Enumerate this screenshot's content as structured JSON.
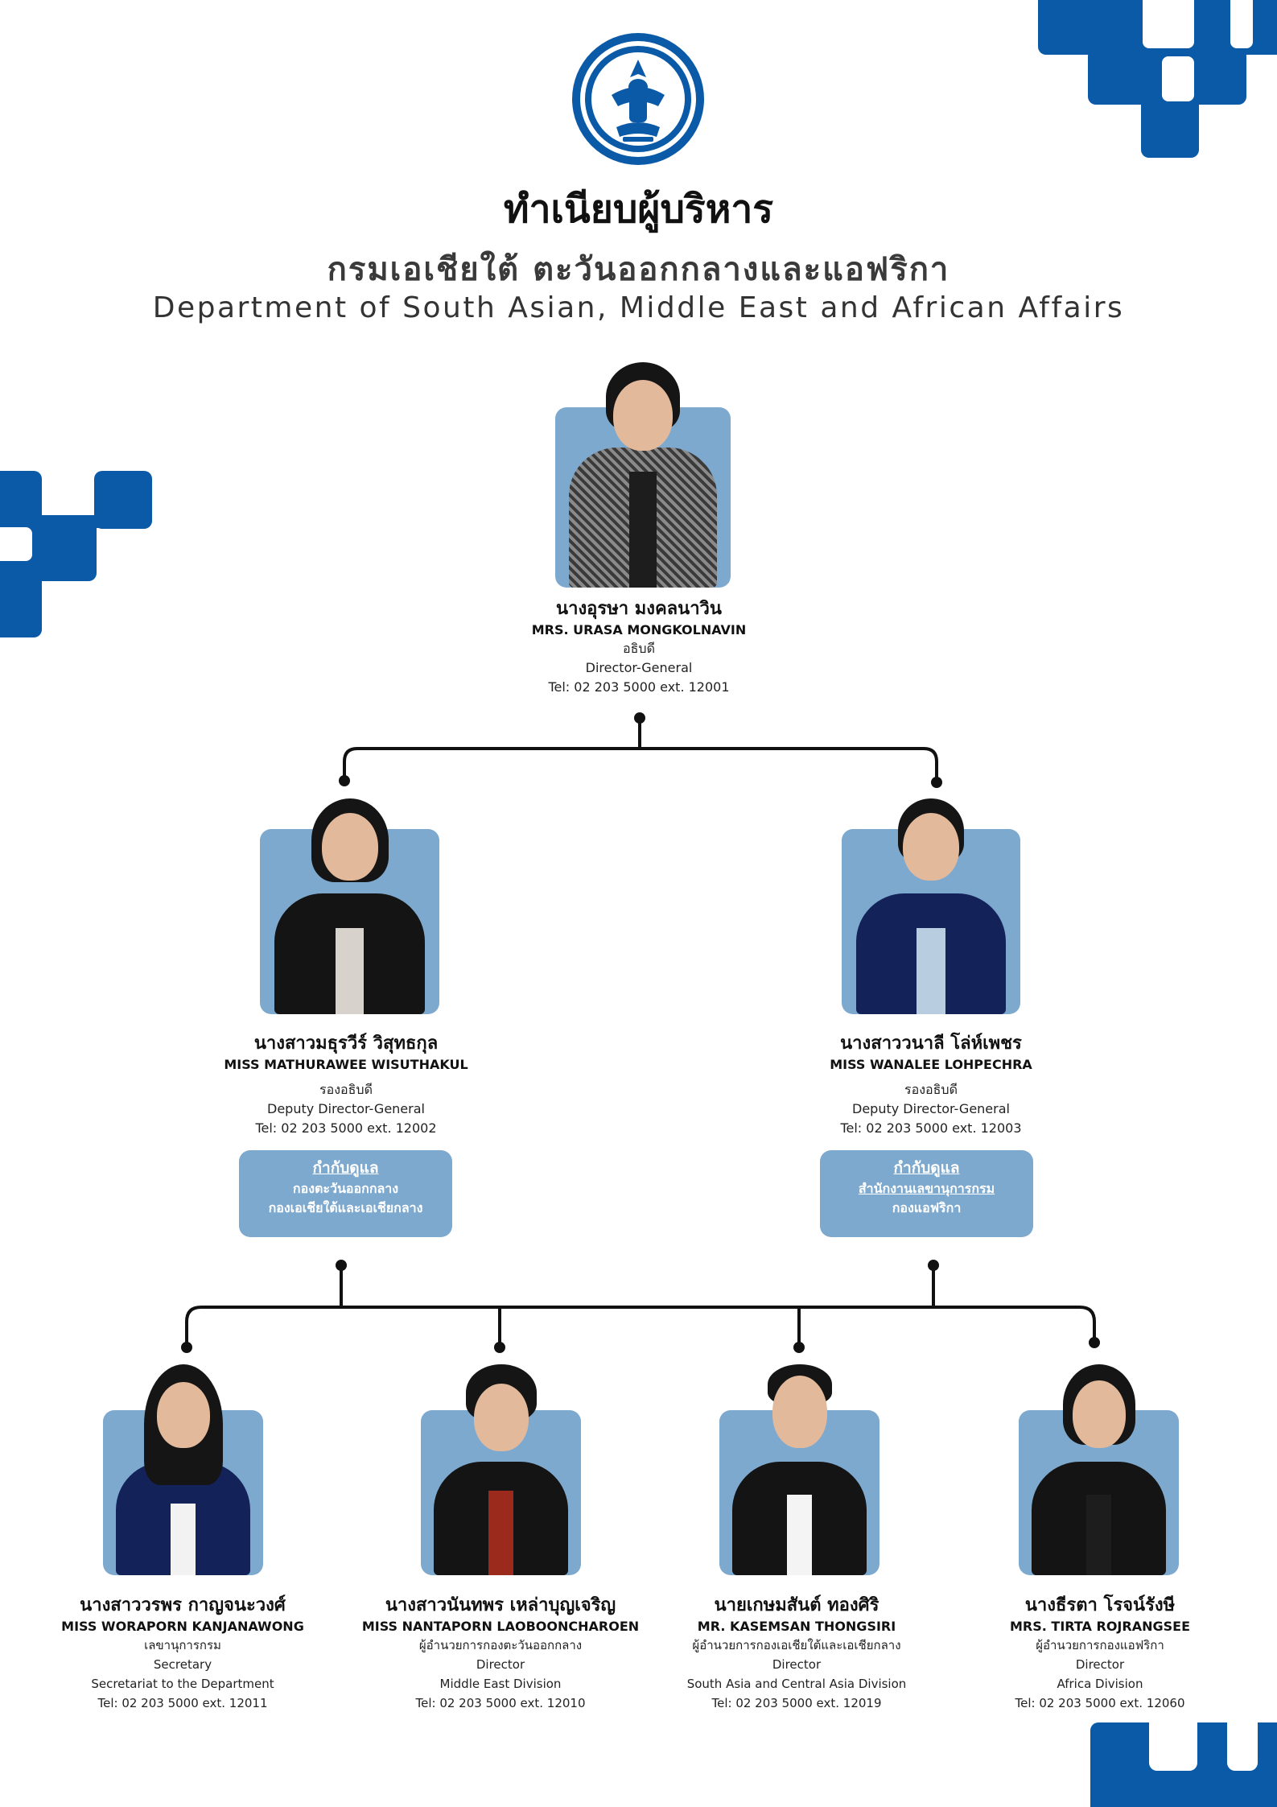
{
  "header": {
    "title_th": "ทำเนียบผู้บริหาร",
    "subtitle_th": "กรมเอเชียใต้ ตะวันออกกลางและแอฟริกา",
    "subtitle_en": "Department of South Asian, Middle East and African Affairs"
  },
  "emblem": {
    "icon": "thai-garuda-seal-emblem",
    "color": "#0a5aa8"
  },
  "colors": {
    "accent": "#0a5aa8",
    "card": "#7ea9cf",
    "connector": "#111111"
  },
  "director_general": {
    "name_th": "นางอุรษา มงคลนาวิน",
    "name_en": "MRS. URASA MONGKOLNAVIN",
    "position_th": "อธิบดี",
    "position_en": "Director-General",
    "tel": "Tel: 02 203 5000 ext. 12001"
  },
  "deputies": [
    {
      "name_th": "นางสาวมธุรวีร์ วิสุทธกุล",
      "name_en": "MISS MATHURAWEE WISUTHAKUL",
      "position_th": "รองอธิบดี",
      "position_en": "Deputy Director-General",
      "tel": "Tel: 02 203 5000 ext. 12002",
      "oversee_label": "กำกับดูแล",
      "oversee_items": [
        "กองตะวันออกกลาง",
        "กองเอเชียใต้และเอเชียกลาง"
      ]
    },
    {
      "name_th": "นางสาววนาลี โล่ห์เพชร",
      "name_en": "MISS WANALEE LOHPECHRA",
      "position_th": "รองอธิบดี",
      "position_en": "Deputy Director-General",
      "tel": "Tel: 02 203 5000 ext. 12003",
      "oversee_label": "กำกับดูแล",
      "oversee_items": [
        "สำนักงานเลขานุการกรม",
        "กองแอฟริกา"
      ]
    }
  ],
  "staff": [
    {
      "name_th": "นางสาววรพร กาญจนะวงศ์",
      "name_en": "MISS WORAPORN KANJANAWONG",
      "position_th": "เลขานุการกรม",
      "position_en": "Secretary",
      "unit": "Secretariat to the Department",
      "tel": "Tel: 02 203 5000 ext. 12011"
    },
    {
      "name_th": "นางสาวนันทพร เหล่าบุญเจริญ",
      "name_en": "MISS NANTAPORN LAOBOONCHAROEN",
      "position_th": "ผู้อำนวยการกองตะวันออกกลาง",
      "position_en": "Director",
      "unit": "Middle East Division",
      "tel": "Tel: 02 203 5000 ext. 12010"
    },
    {
      "name_th": "นายเกษมสันต์ ทองศิริ",
      "name_en": "MR. KASEMSAN THONGSIRI",
      "position_th": "ผู้อำนวยการกองเอเชียใต้และเอเชียกลาง",
      "position_en": "Director",
      "unit": "South Asia and Central Asia Division",
      "tel": "Tel: 02 203 5000 ext. 12019"
    },
    {
      "name_th": "นางธีรตา โรจน์รังษี",
      "name_en": "MRS. TIRTA ROJRANGSEE",
      "position_th": "ผู้อำนวยการกองแอฟริกา",
      "position_en": "Director",
      "unit": "Africa Division",
      "tel": "Tel: 02 203 5000 ext. 12060"
    }
  ]
}
